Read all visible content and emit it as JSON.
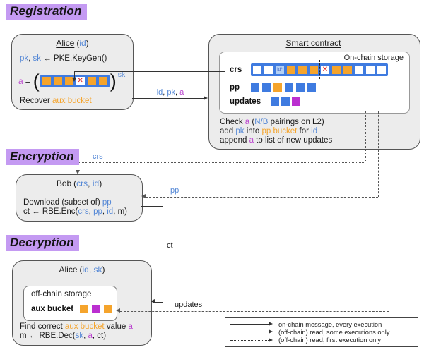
{
  "sections": {
    "registration": "Registration",
    "encryption": "Encryption",
    "decryption": "Decryption"
  },
  "colors": {
    "blue_text": "#5588d6",
    "blue_square": "#3f7be0",
    "orange": "#f5a42c",
    "magenta_square": "#bb2fd0",
    "magenta_text": "#bb46cf",
    "red_x": "#dd1a1a",
    "heading_highlight": "#c49af2",
    "box_fill": "#ececec"
  },
  "glyphs": {
    "x": "✕",
    "idstar": "id*",
    "paren_open": "(",
    "paren_close": ")"
  },
  "alice_reg": {
    "title": "Alice",
    "args": [
      "(",
      "id",
      ")"
    ],
    "keygen": [
      "pk",
      ", ",
      "sk",
      " ← PKE.KeyGen()"
    ],
    "a_var": "a",
    "equals": "=",
    "sk_sup": "sk",
    "bucket_cells": [
      "orange",
      "orange",
      "orange",
      "x",
      "orange",
      "orange"
    ],
    "recover": [
      "Recover ",
      "aux bucket"
    ]
  },
  "smart_contract": {
    "title": "Smart contract",
    "onchain_label": "On-chain storage",
    "crs_label": "crs",
    "pp_label": "pp",
    "updates_label": "updates",
    "crs_cells": [
      "white",
      "white",
      "idstar",
      "orange",
      "orange",
      "orange",
      "x",
      "orange",
      "orange",
      "white",
      "white",
      "white"
    ],
    "pp_cells": [
      "blue",
      "blue",
      "orange",
      "blue",
      "blue",
      "blue"
    ],
    "updates_cells": [
      "blue",
      "blue",
      "magenta"
    ],
    "check_line": [
      "Check ",
      "a",
      " (",
      "N/B",
      " pairings on L2)"
    ],
    "add_line": [
      "add ",
      "pk",
      " into ",
      "pp bucket",
      " for ",
      "id"
    ],
    "append_line": [
      "append ",
      "a",
      " to list of new updates"
    ]
  },
  "bob": {
    "title": "Bob",
    "args": [
      "(",
      "crs",
      ", ",
      "id",
      ")"
    ],
    "download": [
      "Download (subset of) ",
      "pp"
    ],
    "enc": [
      "ct ← RBE.Enc(",
      "crs",
      ", ",
      "pp",
      ", ",
      "id",
      ", m)"
    ]
  },
  "alice_dec": {
    "title": "Alice",
    "args": [
      "(",
      "id",
      ", ",
      "sk",
      ")"
    ],
    "offchain_label": "off-chain storage",
    "aux_label": "aux bucket",
    "aux_cells": [
      "orange",
      "magenta",
      "orange"
    ],
    "find_line": [
      "Find correct ",
      "aux bucket",
      " value ",
      "a"
    ],
    "dec_line": [
      "m ← RBE.Dec(",
      "sk",
      ", ",
      "a",
      ", ct)"
    ]
  },
  "connectors": {
    "id_pk_a": [
      "id",
      ", ",
      "pk",
      ", ",
      "a"
    ],
    "crs": "crs",
    "pp": "pp",
    "updates": "updates",
    "ct": "ct"
  },
  "legend": {
    "items": [
      {
        "style": "solid",
        "label": "on-chain message, every execution"
      },
      {
        "style": "dashed",
        "label": "(off-chain) read, some executions only"
      },
      {
        "style": "dotted",
        "label": "(off-chain) read, first execution only"
      }
    ]
  }
}
